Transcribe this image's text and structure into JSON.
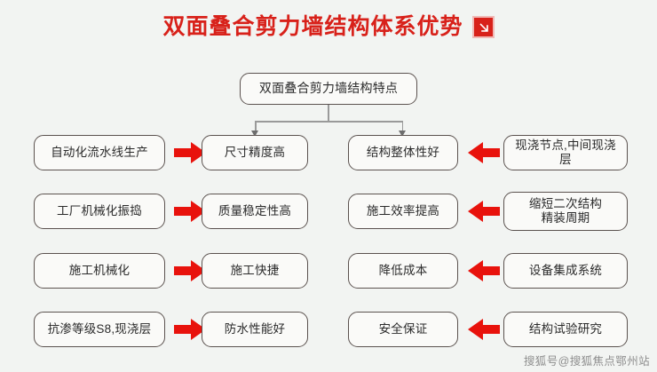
{
  "header": {
    "title": "双面叠合剪力墙结构体系优势",
    "icon": "arrow-down-right-icon",
    "title_color": "#d8211a"
  },
  "diagram": {
    "root": {
      "label": "双面叠合剪力墙结构特点"
    },
    "connector": {
      "type": "tree-split",
      "color": "#9a9a9a",
      "branches": 2
    },
    "arrow_color": "#e8120c",
    "columns": [
      {
        "name": "left-cause",
        "arrow": "arrow-right-icon"
      },
      {
        "name": "left-effect",
        "arrow": ""
      },
      {
        "name": "right-effect",
        "arrow": ""
      },
      {
        "name": "right-cause",
        "arrow": "arrow-left-icon"
      }
    ],
    "rows": [
      {
        "left_cause": "自动化流水线生产",
        "left_effect": "尺寸精度高",
        "right_effect": "结构整体性好",
        "right_cause": "现浇节点,中间现浇层"
      },
      {
        "left_cause": "工厂机械化振捣",
        "left_effect": "质量稳定性高",
        "right_effect": "施工效率提高",
        "right_cause": "缩短二次结构\n精装周期"
      },
      {
        "left_cause": "施工机械化",
        "left_effect": "施工快捷",
        "right_effect": "降低成本",
        "right_cause": "设备集成系统"
      },
      {
        "left_cause": "抗渗等级S8,现浇层",
        "left_effect": "防水性能好",
        "right_effect": "安全保证",
        "right_cause": "结构试验研究"
      }
    ]
  },
  "footer": {
    "watermark": "搜狐号@搜狐焦点鄂州站"
  }
}
